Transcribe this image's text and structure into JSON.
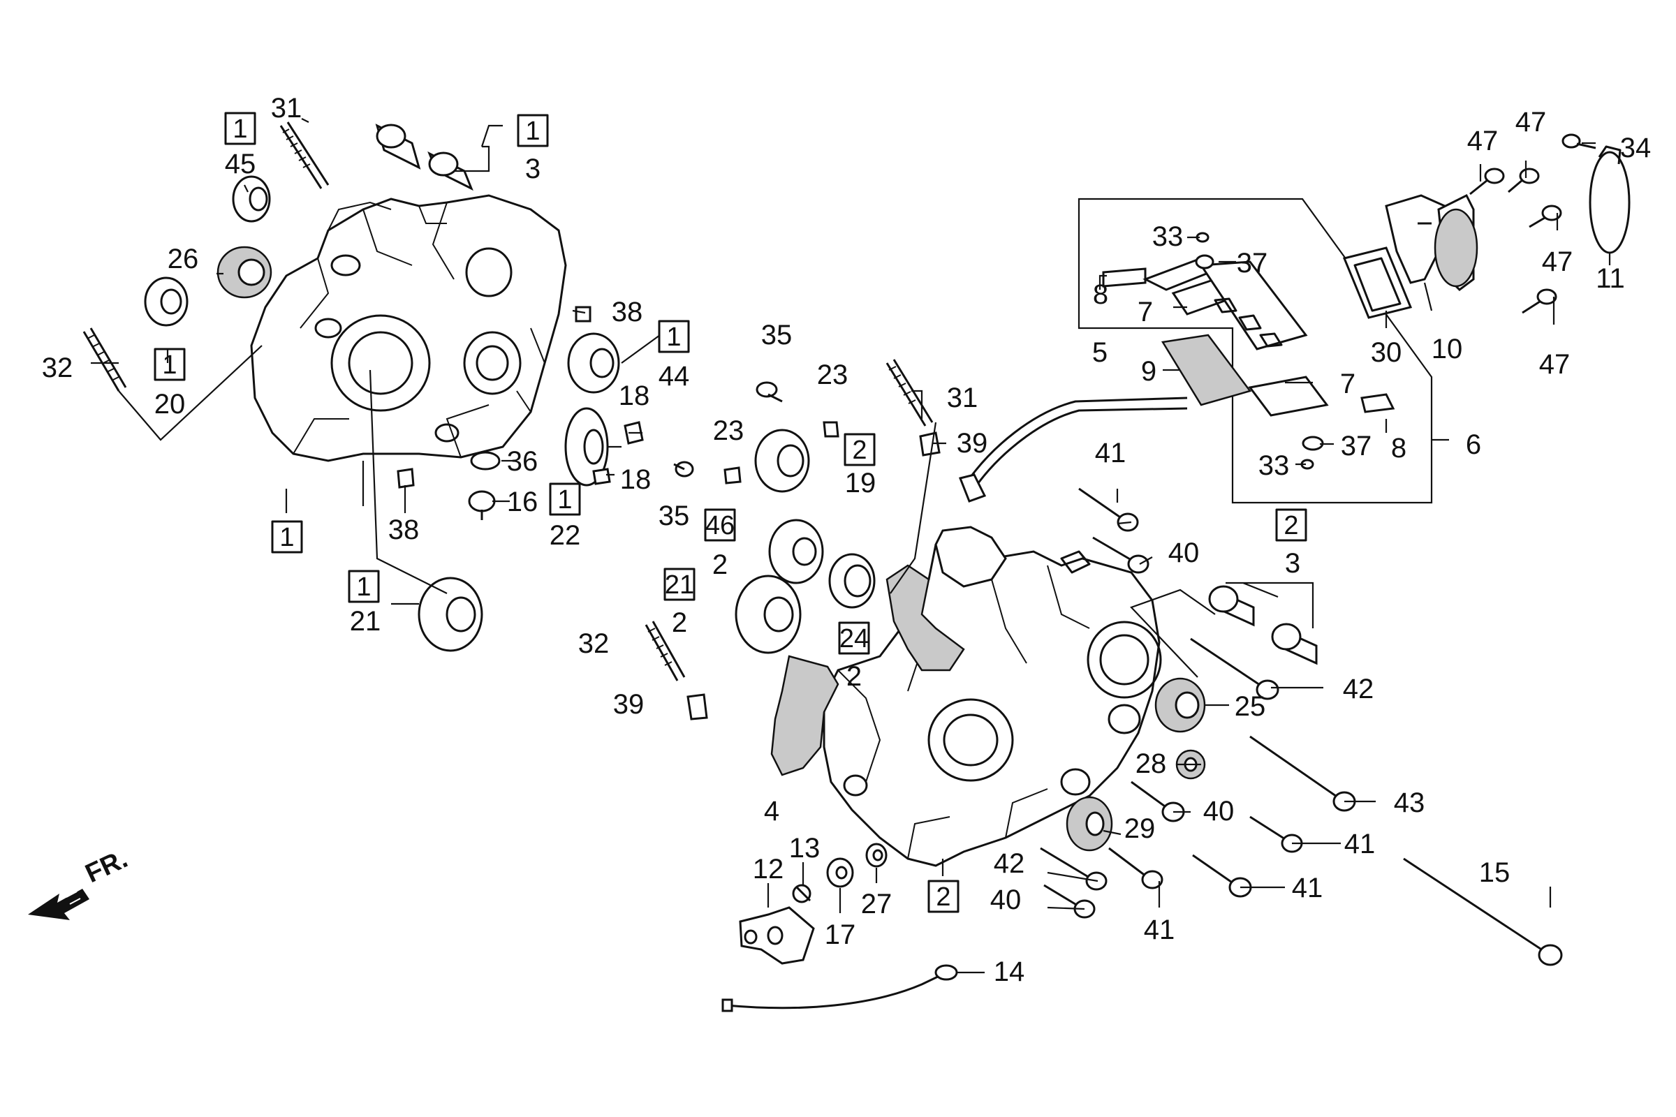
{
  "direction_label": "FR.",
  "callouts": [
    {
      "id": "31a",
      "text": "31"
    },
    {
      "id": "box1a",
      "text": "1"
    },
    {
      "id": "45",
      "text": "45"
    },
    {
      "id": "box1b",
      "text": "1"
    },
    {
      "id": "3a",
      "text": "3"
    },
    {
      "id": "26",
      "text": "26"
    },
    {
      "id": "32a",
      "text": "32"
    },
    {
      "id": "box1c",
      "text": "1"
    },
    {
      "id": "20",
      "text": "20"
    },
    {
      "id": "38a",
      "text": "38"
    },
    {
      "id": "box1d",
      "text": "1"
    },
    {
      "id": "44",
      "text": "44"
    },
    {
      "id": "18a",
      "text": "18"
    },
    {
      "id": "18b",
      "text": "18"
    },
    {
      "id": "36",
      "text": "36"
    },
    {
      "id": "16",
      "text": "16"
    },
    {
      "id": "38b",
      "text": "38"
    },
    {
      "id": "box1e",
      "text": "1"
    },
    {
      "id": "22",
      "text": "22"
    },
    {
      "id": "box1f",
      "text": "1"
    },
    {
      "id": "box1g",
      "text": "1"
    },
    {
      "id": "21a",
      "text": "21"
    },
    {
      "id": "35a",
      "text": "35"
    },
    {
      "id": "23a",
      "text": "23"
    },
    {
      "id": "23b",
      "text": "23"
    },
    {
      "id": "box2a",
      "text": "2"
    },
    {
      "id": "19",
      "text": "19"
    },
    {
      "id": "35b",
      "text": "35"
    },
    {
      "id": "31b",
      "text": "31"
    },
    {
      "id": "39a",
      "text": "39"
    },
    {
      "id": "box2b",
      "text": "2"
    },
    {
      "id": "46",
      "text": "46"
    },
    {
      "id": "box2c",
      "text": "2"
    },
    {
      "id": "21b",
      "text": "21"
    },
    {
      "id": "box2d",
      "text": "2"
    },
    {
      "id": "24",
      "text": "24"
    },
    {
      "id": "32b",
      "text": "32"
    },
    {
      "id": "39b",
      "text": "39"
    },
    {
      "id": "4",
      "text": "4"
    },
    {
      "id": "5",
      "text": "5"
    },
    {
      "id": "33a",
      "text": "33"
    },
    {
      "id": "37a",
      "text": "37"
    },
    {
      "id": "8a",
      "text": "8"
    },
    {
      "id": "7a",
      "text": "7"
    },
    {
      "id": "9",
      "text": "9"
    },
    {
      "id": "7b",
      "text": "7"
    },
    {
      "id": "37b",
      "text": "37"
    },
    {
      "id": "33b",
      "text": "33"
    },
    {
      "id": "8b",
      "text": "8"
    },
    {
      "id": "6",
      "text": "6"
    },
    {
      "id": "47a",
      "text": "47"
    },
    {
      "id": "47b",
      "text": "47"
    },
    {
      "id": "34",
      "text": "34"
    },
    {
      "id": "47c",
      "text": "47"
    },
    {
      "id": "11",
      "text": "11"
    },
    {
      "id": "30",
      "text": "30"
    },
    {
      "id": "10",
      "text": "10"
    },
    {
      "id": "47d",
      "text": "47"
    },
    {
      "id": "41a",
      "text": "41"
    },
    {
      "id": "40a",
      "text": "40"
    },
    {
      "id": "box2e",
      "text": "2"
    },
    {
      "id": "3b",
      "text": "3"
    },
    {
      "id": "42a",
      "text": "42"
    },
    {
      "id": "25",
      "text": "25"
    },
    {
      "id": "43",
      "text": "43"
    },
    {
      "id": "28",
      "text": "28"
    },
    {
      "id": "40b",
      "text": "40"
    },
    {
      "id": "29",
      "text": "29"
    },
    {
      "id": "41b",
      "text": "41"
    },
    {
      "id": "15",
      "text": "15"
    },
    {
      "id": "42b",
      "text": "42"
    },
    {
      "id": "40c",
      "text": "40"
    },
    {
      "id": "41c",
      "text": "41"
    },
    {
      "id": "41d",
      "text": "41"
    },
    {
      "id": "box2f",
      "text": "2"
    },
    {
      "id": "13",
      "text": "13"
    },
    {
      "id": "12",
      "text": "12"
    },
    {
      "id": "17",
      "text": "17"
    },
    {
      "id": "27",
      "text": "27"
    },
    {
      "id": "14",
      "text": "14"
    }
  ]
}
